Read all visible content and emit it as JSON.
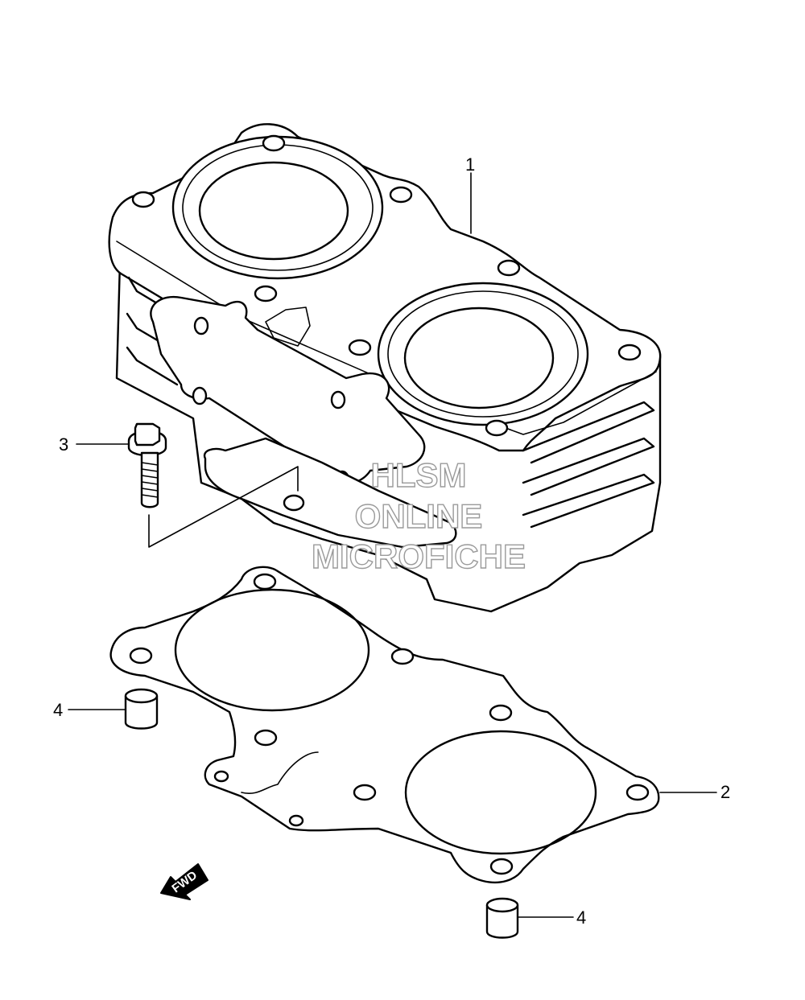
{
  "callouts": {
    "c1": "1",
    "c2": "2",
    "c3": "3",
    "c4a": "4",
    "c4b": "4"
  },
  "watermark": {
    "line1": "HLSM",
    "line2": "ONLINE",
    "line3": "MICROFICHE"
  },
  "fwd_label": "FWD",
  "colors": {
    "line": "#000000",
    "background": "#ffffff",
    "watermark_stroke": "#9a9a9a"
  }
}
